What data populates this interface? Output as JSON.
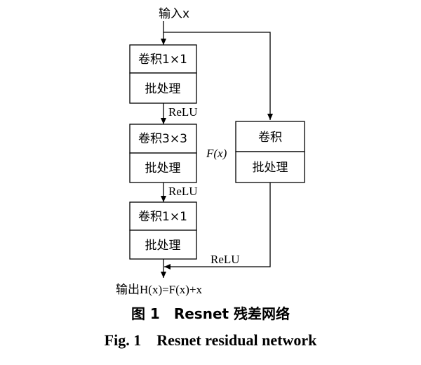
{
  "input_label": "输入x",
  "output_label": "输出H(x)=F(x)+x",
  "fx_label": "F(x)",
  "main_blocks": [
    {
      "top": "卷积1×1",
      "bottom": "批处理"
    },
    {
      "top": "卷积3×3",
      "bottom": "批处理"
    },
    {
      "top": "卷积1×1",
      "bottom": "批处理"
    }
  ],
  "shortcut_block": {
    "top": "卷积",
    "bottom": "批处理"
  },
  "relu_labels": [
    "ReLU",
    "ReLU",
    "ReLU"
  ],
  "caption_cn": "图 1　Resnet 残差网络",
  "caption_en": "Fig. 1　Resnet residual network"
}
